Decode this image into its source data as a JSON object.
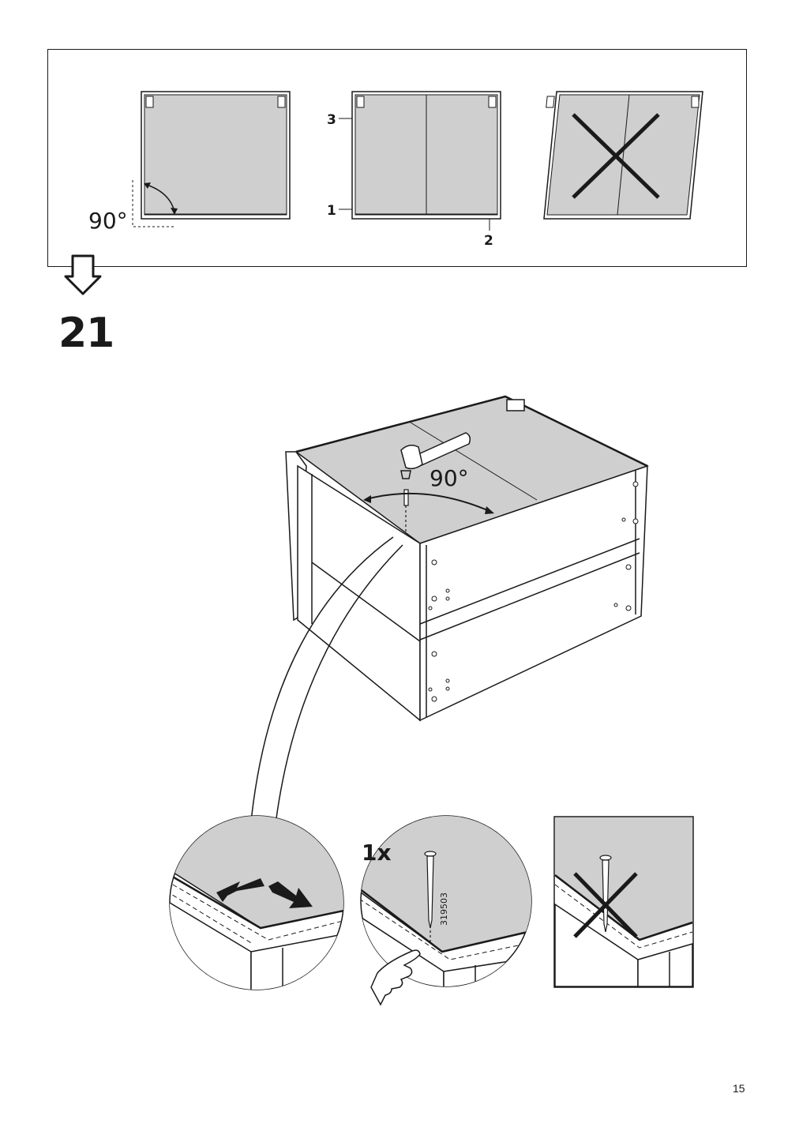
{
  "document": {
    "step_number": "21",
    "page_number": "15",
    "top_panel": {
      "angle_label": "90°",
      "part_labels": [
        "3",
        "1",
        "2"
      ]
    },
    "main_illustration": {
      "angle_label": "90°"
    },
    "detail_views": {
      "quantity": "1x",
      "nail_part_number": "319503"
    },
    "colors": {
      "panel_gray": "#cfcfcf",
      "line": "#1a1a1a"
    },
    "icons": [
      "down-arrow-icon",
      "hammer-icon",
      "nail-icon",
      "pointing-hand-icon",
      "cross-mark-icon",
      "push-arrows-icon"
    ]
  }
}
